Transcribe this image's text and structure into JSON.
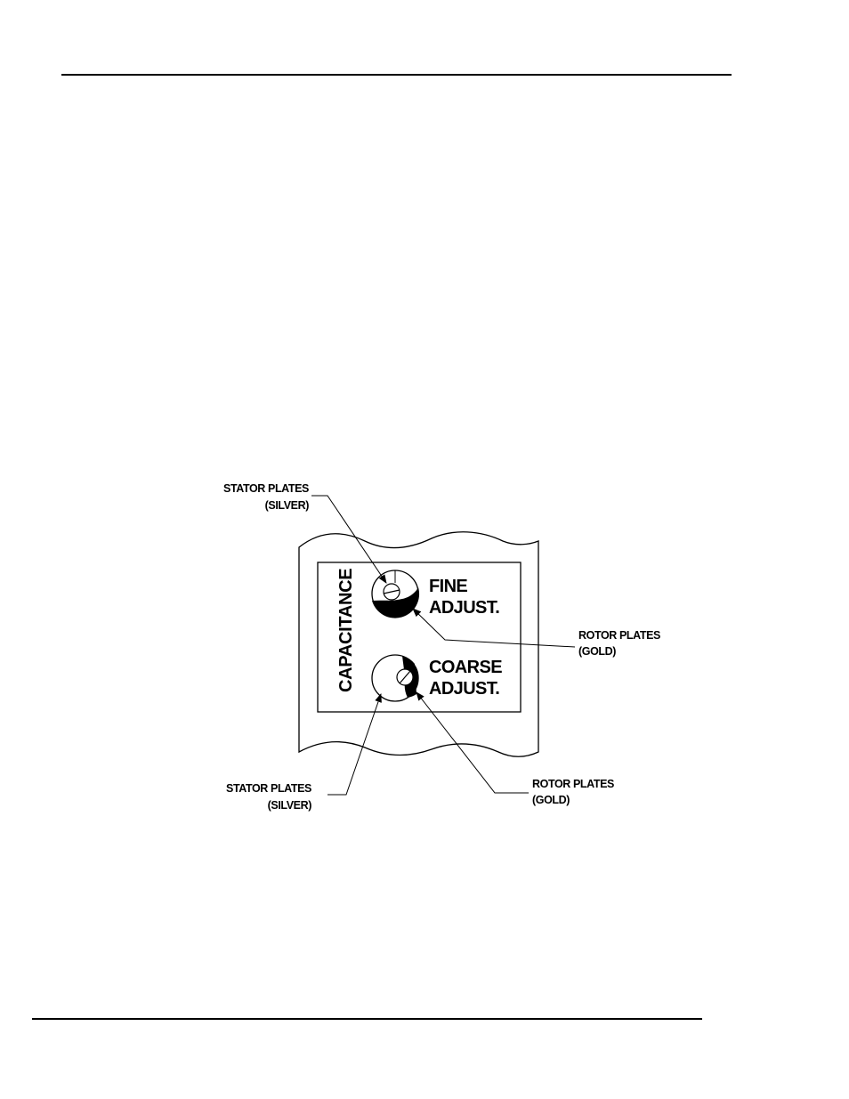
{
  "labels": {
    "stator_top_line1": "STATOR PLATES",
    "stator_top_line2": "(SILVER)",
    "rotor_right_line1": "ROTOR PLATES",
    "rotor_right_line2": "(GOLD)",
    "stator_bottom_line1": "STATOR PLATES",
    "stator_bottom_line2": "(SILVER)",
    "rotor_bottom_line1": "ROTOR PLATES",
    "rotor_bottom_line2": "(GOLD)"
  },
  "panel": {
    "vertical_title": "CAPACITANCE",
    "fine_line1": "FINE",
    "fine_line2": "ADJUST.",
    "coarse_line1": "COARSE",
    "coarse_line2": "ADJUST."
  }
}
